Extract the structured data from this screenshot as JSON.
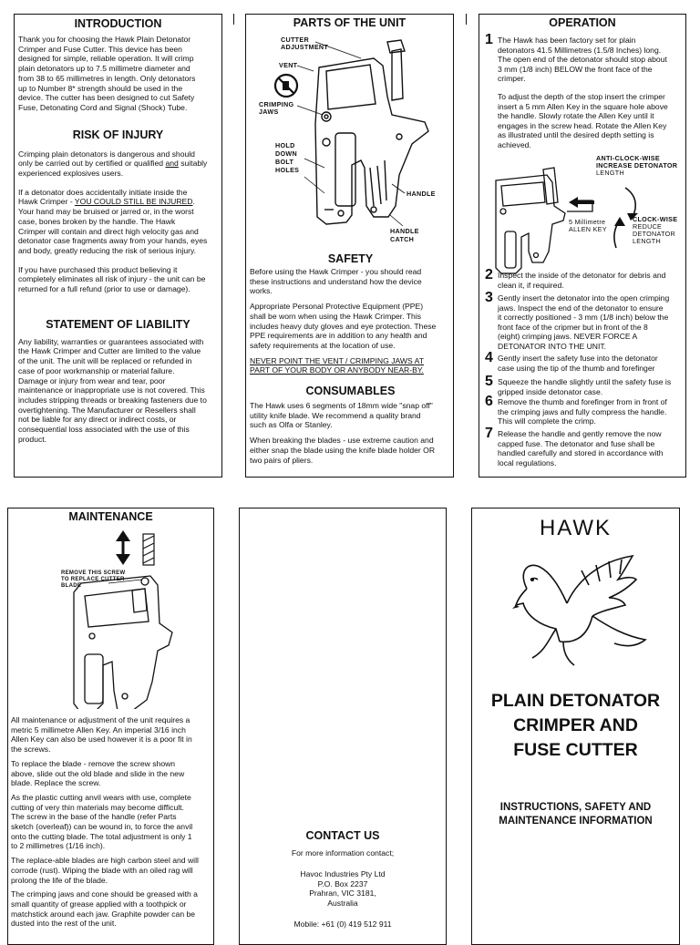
{
  "introduction": {
    "heading": "INTRODUCTION",
    "body": "Thank you for choosing the Hawk Plain Detonator\nCrimper and Fuse Cutter.  This device has been\ndesigned for simple, reliable operation.  It will crimp\nplain detonators up to 7.5 millimetre diameter and\nfrom 38 to 65 millimetres in length.  Only detonators\nup to Number 8* strength should be used in the\ndevice.  The cutter has been designed to cut Safety\nFuse, Detonating Cord and Signal (Shock) Tube."
  },
  "risk": {
    "heading": "RISK OF INJURY",
    "p1_pre": "Crimping plain detonators is dangerous and should\nonly be carried out by certified or qualified ",
    "p1_u": "and",
    "p1_post": " suitably\nexperienced explosives users.",
    "p2_pre": "If a detonator does accidentally initiate inside the\nHawk Crimper - ",
    "p2_u": "YOU COULD STILL BE INJURED",
    "p2_post": ".\nYour hand may be bruised or jarred or, in the worst\ncase, bones broken by the handle.  The Hawk\nCrimper will contain and direct high velocity gas and\ndetonator case fragments away from your hands, eyes\nand body, greatly reducing the risk of serious injury.",
    "p3": "If you have purchased this product believing it\ncompletely eliminates all risk of injury - the unit can be\nreturned for a full refund (prior to use or damage)."
  },
  "liability": {
    "heading": "STATEMENT OF LIABILITY",
    "body": "Any liability, warranties or guarantees associated with\nthe Hawk Crimper and Cutter are limited to the value\nof the unit.  The unit will be replaced or refunded in\ncase of poor workmanship or material failure.\nDamage or injury from wear and tear, poor\nmaintenance or inappropriate use is not covered.  This\nincludes stripping threads or breaking fasteners due to\novertightening.  The Manufacturer or Resellers shall\nnot be liable for any direct or indirect costs, or\nconsequential loss associated with the use of this\nproduct."
  },
  "parts": {
    "heading": "PARTS OF THE UNIT",
    "labels": {
      "cutter": "CUTTER\nADJUSTMENT",
      "vent": "VENT",
      "jaws": "CRIMPING\nJAWS",
      "bolt": "HOLD\nDOWN\nBOLT\nHOLES",
      "handle": "HANDLE",
      "catch": "HANDLE\nCATCH"
    }
  },
  "safety": {
    "heading": "SAFETY",
    "p1": "Before using the Hawk Crimper - you should read\nthese instructions and understand how the device\nworks.",
    "p2": "Appropriate Personal Protective Equipment (PPE)\nshall be worn when using the Hawk Crimper.  This\nincludes heavy duty gloves and eye protection.  These\nPPE requirements are in addition to any health and\nsafety requirements at the location of use.",
    "warning": "NEVER POINT THE VENT / CRIMPING JAWS AT\nPART OF YOUR BODY OR ANYBODY NEAR-BY."
  },
  "consumables": {
    "heading": "CONSUMABLES",
    "p1": "The Hawk uses 6 segments of 18mm wide \"snap off\"\nutility knife blade.  We recommend a quality brand\nsuch as Olfa or Stanley.",
    "p2": "When breaking the blades - use extreme caution and\neither snap the blade using the knife blade holder OR\ntwo pairs of pliers."
  },
  "operation": {
    "heading": "OPERATION",
    "step1": "The Hawk has been factory set for plain\ndetonators 41.5 Millimetres (1.5/8 Inches) long.\nThe open end of the detonator should stop about\n3 mm (1/8 inch) BELOW the front face of the\ncrimper.",
    "step1b": "To adjust the depth of the stop insert the crimper\ninsert a 5 mm Allen Key in the square hole above\nthe handle.  Slowly rotate the Allen Key until it\nengages in the screw head.  Rotate the Allen Key\nas illustrated until the desired depth setting is\nachieved.",
    "diagram": {
      "anti": "ANTI-CLOCK-WISE",
      "increase": "INCREASE DETONATOR",
      "length": "LENGTH",
      "allen": "5 Millimetre\nALLEN KEY",
      "clock": "CLOCK-WISE",
      "reduce": "REDUCE\nDETONATOR\nLENGTH"
    },
    "steps": [
      {
        "n": "2",
        "t": "Inspect the inside of the detonator for debris and\nclean it, if required."
      },
      {
        "n": "3",
        "t": "Gently insert the detonator into the open crimping\njaws.  Inspect the end of the detonator to ensure\nit correctly positioned - 3 mm (1/8 inch) below the\nfront face of the cripmer but in front of the 8\n(eight) crimping jaws.  NEVER FORCE A\nDETONATOR INTO THE UNIT."
      },
      {
        "n": "4",
        "t": "Gently insert the safety fuse into the detonator\ncase using the tip of the thumb and forefinger"
      },
      {
        "n": "5",
        "t": "Squeeze the handle slightly until the safety fuse is\ngripped inside detonator case."
      },
      {
        "n": "6",
        "t": "Remove the thumb and forefinger from in front of\nthe crimping jaws and fully compress the handle.\nThis will complete the crimp."
      },
      {
        "n": "7",
        "t": "Release the handle and gently remove the now\ncapped fuse.  The detonator and fuse shall be\nhandled carefully and stored in accordance with\nlocal regulations."
      }
    ]
  },
  "maintenance": {
    "heading": "MAINTENANCE",
    "callout": "REMOVE THIS SCREW\nTO REPLACE CUTTER\nBLADE",
    "p1": "All maintenance or adjustment of the unit requires a\nmetric 5 millimetre Allen Key.  An imperial 3/16 inch\nAllen Key can also be used however it is a poor fit in\nthe screws.",
    "p2": "To replace the blade - remove the screw shown\nabove, slide out the old blade and slide in the new\nblade.  Replace the screw.",
    "p3": "As the plastic cutting anvil wears with use, complete\ncutting of very thin materials may become difficult.\nThe screw in the base of the handle (refer Parts\nsketch (overleaf)) can be wound in, to force the anvil\nonto the cutting blade.  The total adjustment is only 1\nto 2 millimetres (1/16 inch).",
    "p4": "The replace-able blades are high carbon steel and will\ncorrode (rust).  Wiping the blade with an oiled rag will\nprolong the life of the blade.",
    "p5": "The crimping jaws and cone should be greased with a\nsmall quantity of grease applied with a toothpick or\nmatchstick around each jaw.  Graphite powder can be\ndusted into the rest of the unit."
  },
  "contact": {
    "heading": "CONTACT US",
    "intro": "For more information contact;",
    "address": "Havoc Industries Pty Ltd\nP.O. Box 2237\nPrahran, VIC 3181,\nAustralia",
    "mobile": "Mobile: +61 (0) 419 512 911"
  },
  "cover": {
    "brand": "HAWK",
    "title": "PLAIN DETONATOR\nCRIMPER AND\nFUSE CUTTER",
    "subtitle": "INSTRUCTIONS, SAFETY AND\nMAINTENANCE INFORMATION"
  }
}
